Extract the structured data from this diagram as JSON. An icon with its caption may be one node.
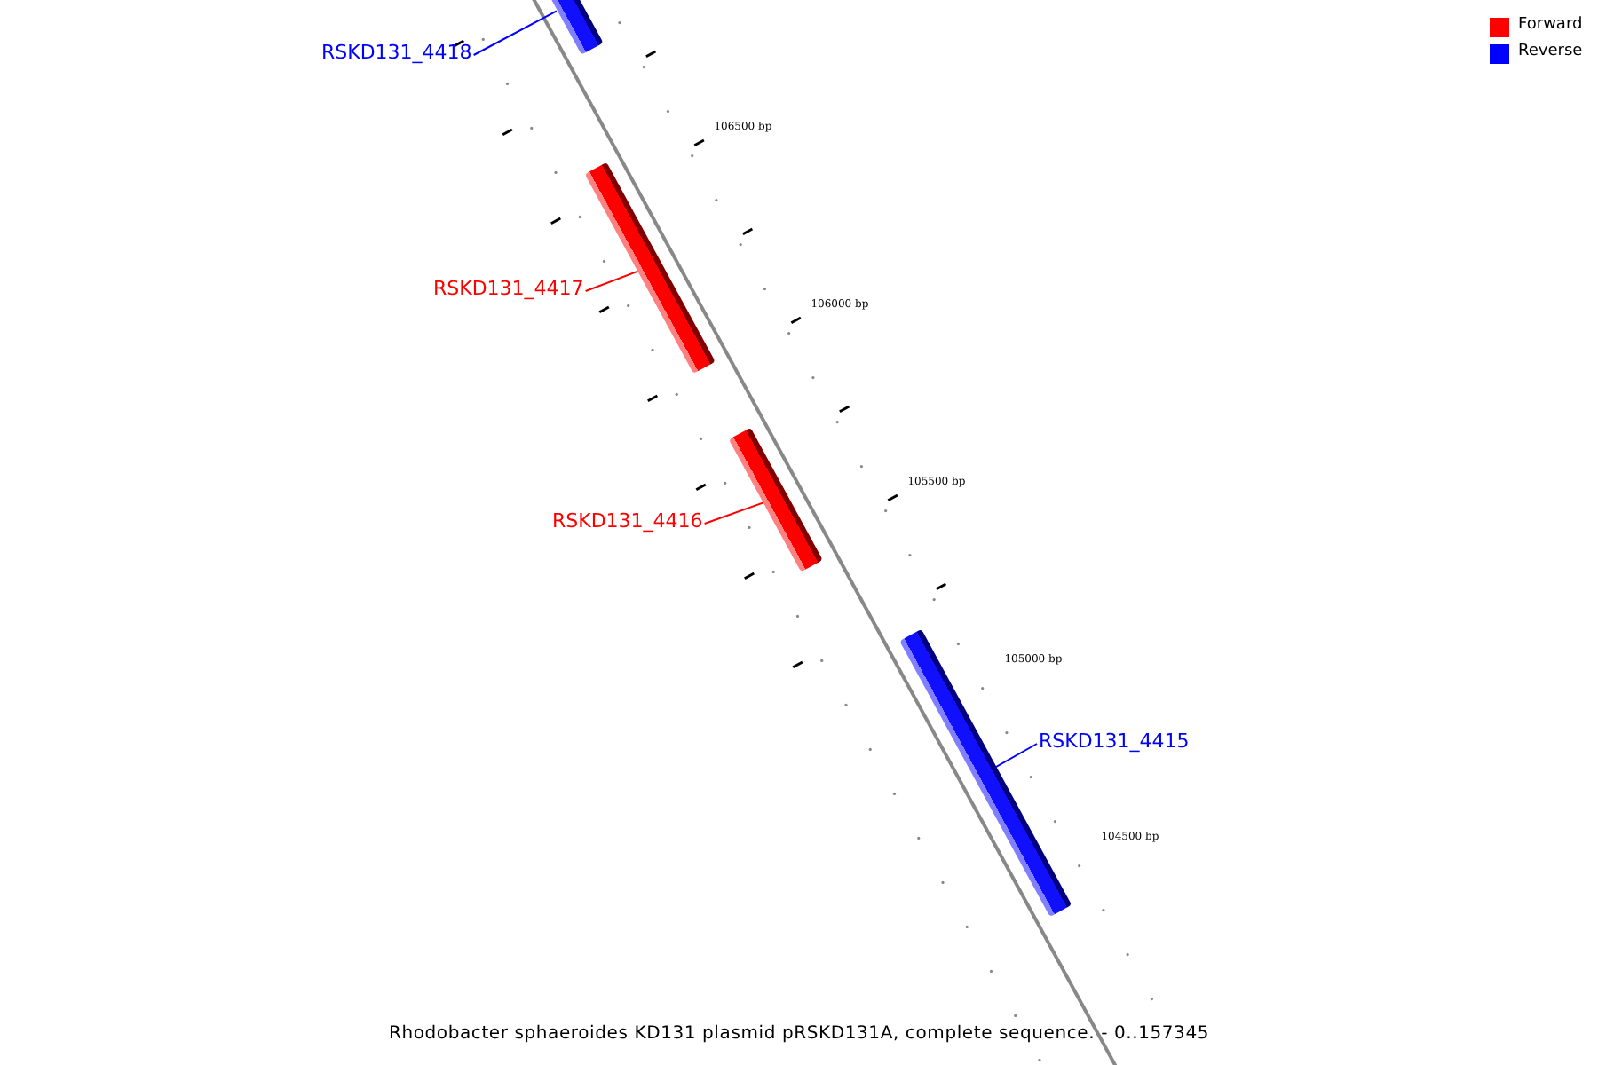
{
  "diagram": {
    "caption": "Rhodobacter sphaeroides KD131 plasmid pRSKD131A, complete sequence. - 0..157345",
    "nodes": [
      {
        "text": [],
        "shape": "bar"
      },
      {
        "text": [
          "RSKD131_4418"
        ]
      },
      {
        "text": [],
        "shape": "bar"
      },
      {
        "text": [
          "RSKD131_4417"
        ]
      },
      {
        "text": [],
        "shape": "bar"
      },
      {
        "text": [
          "RSKD131_4416"
        ]
      },
      {
        "text": [],
        "shape": "bar"
      },
      {
        "text": [
          "RSKD131_4415"
        ]
      }
    ],
    "edges": [
      {
        "from": 1,
        "to": 0,
        "arrow": "none",
        "color": "#0000ff"
      },
      {
        "from": 3,
        "to": 2,
        "arrow": "none",
        "color": "#ff0000"
      },
      {
        "from": 5,
        "to": 4,
        "arrow": "none",
        "color": "#ff0000"
      },
      {
        "from": 7,
        "to": 6,
        "arrow": "none",
        "color": "#0000ff"
      }
    ],
    "labels": [
      "106500 bp",
      "106000 bp",
      "105500 bp",
      "105000 bp",
      "104500 bp"
    ],
    "legend": [
      {
        "text": "Forward",
        "color": "#ff0000"
      },
      {
        "text": "Reverse",
        "color": "#0000ff"
      }
    ]
  }
}
